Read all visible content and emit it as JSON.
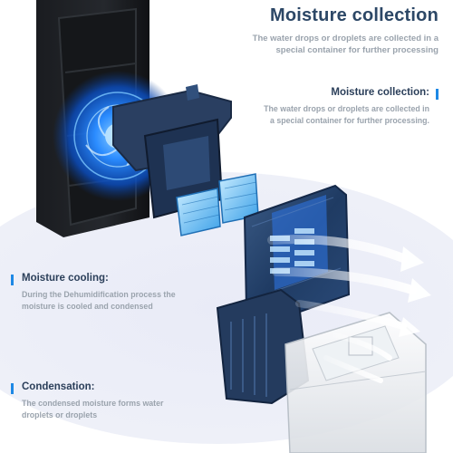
{
  "header": {
    "title": "Moisture collection",
    "subtitle": "The water drops or droplets are collected in a special container for further processing"
  },
  "callouts": {
    "collection": {
      "heading": "Moisture collection:",
      "body": "The water drops or droplets are collected in a special container for further processing."
    },
    "cooling": {
      "heading": "Moisture cooling:",
      "body": "During the Dehumidification process the moisture is cooled and condensed"
    },
    "condensation": {
      "heading": "Condensation:",
      "body": "The condensed moisture forms water droplets or droplets"
    }
  },
  "colors": {
    "title": "#2c4766",
    "accent": "#1e88e5",
    "muted_text": "#9aa3ad",
    "glow": "#1a8cff"
  }
}
